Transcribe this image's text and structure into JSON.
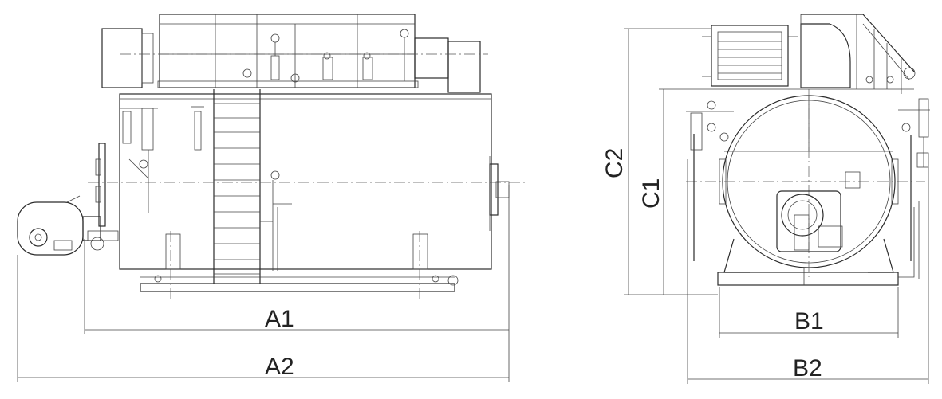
{
  "dimensions": {
    "a1": "A1",
    "a2": "A2",
    "b1": "B1",
    "b2": "B2",
    "c1": "C1",
    "c2": "C2"
  },
  "colors": {
    "line": "#2b2b2b",
    "background": "#ffffff"
  }
}
